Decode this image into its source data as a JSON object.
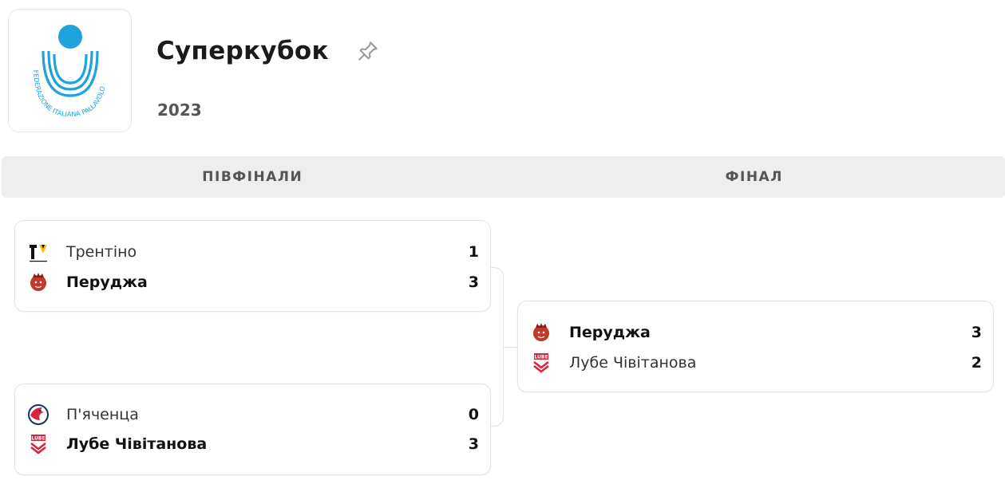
{
  "competition": {
    "title": "Суперкубок",
    "season": "2023",
    "logo_text": "FEDERAZIONE ITALIANA PALLAVOLO",
    "pin_icon": "pin-icon"
  },
  "rounds": [
    {
      "label": "ПІВФІНАЛИ"
    },
    {
      "label": "ФІНАЛ"
    }
  ],
  "colors": {
    "fipav_blue": "#1ea3dc",
    "perugia_red": "#c0392b",
    "lube_red": "#d7263d",
    "trentino_yellow": "#f5c400",
    "card_border": "#e3e3e3",
    "tab_bg": "#eeeeee"
  },
  "matches": {
    "sf1": {
      "home": {
        "name": "Трентіно",
        "score": "1",
        "logo": "trentino-logo"
      },
      "away": {
        "name": "Перуджа",
        "score": "3",
        "logo": "perugia-logo"
      }
    },
    "sf2": {
      "home": {
        "name": "П'яченца",
        "score": "0",
        "logo": "piacenza-logo"
      },
      "away": {
        "name": "Лубе Чівітанова",
        "score": "3",
        "logo": "lube-logo"
      }
    },
    "final": {
      "home": {
        "name": "Перуджа",
        "score": "3",
        "logo": "perugia-logo"
      },
      "away": {
        "name": "Лубе Чівітанова",
        "score": "2",
        "logo": "lube-logo"
      }
    }
  }
}
